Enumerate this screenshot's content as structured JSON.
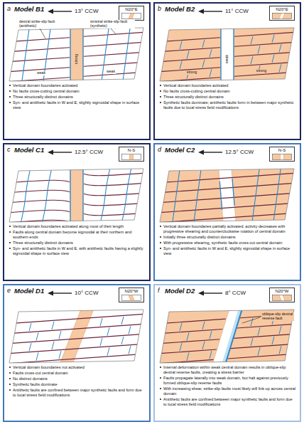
{
  "diagram": {
    "nodes": [
      {
        "text": [
          "a",
          "Model B1",
          "13° CCW",
          "Vertical domain boundaries activated",
          "No faults cross-cutting central domain",
          "Three structurally distinct domains",
          "Syn- and antithetic faults in W and E, slightly sigmoidal shape in surface view"
        ]
      },
      {
        "text": [
          "N20°E"
        ],
        "in": 0
      },
      {
        "text": [
          "b",
          "Model B2",
          "11° CCW",
          "Vertical domain boundaries activated",
          "No faults cross-cutting central domain",
          "Three structurally distinct domains",
          "Synthetic faults dominate; antithetic faults form in between major synthetic faults due to local stress field modifications"
        ]
      },
      {
        "text": [
          "N20°E"
        ],
        "in": 2
      },
      {
        "text": [
          "c",
          "Model C1",
          "12.5° CCW",
          "Vertical domain boundaries activated along most of their length",
          "Faults along central domain become sigmoidal at their northern and southern ends",
          "Three structurally distinct domains",
          "Syn- and antithetic faults in W and E, with antithetic faults having a slightly sigmoidal shape in surface view"
        ]
      },
      {
        "text": [
          "N-S"
        ],
        "in": 4
      },
      {
        "text": [
          "d",
          "Model C2",
          "12.5° CCW",
          "Vertical domain boundaries partially activated; activity decreases with progressive shearing and counterclockwise rotation of central domain",
          "Initially three structurally distinct domains",
          "With progressive shearing, synthetic faults cross-cut central domain",
          "Syn- and antithetic faults in W and E, slightly sigmoidal shape in surface view"
        ]
      },
      {
        "text": [
          "N-S"
        ],
        "in": 6
      },
      {
        "text": [
          "e",
          "Model D1",
          "10° CCW",
          "Vertical domain boundaries not activated",
          "Faults cross-cut central domain",
          "No distinct domains",
          "Synthetic faults dominate",
          "Antithetic faults are confined between major synthetic faults and form due to local stress field modifications"
        ]
      },
      {
        "text": [
          "N20°W"
        ],
        "in": 8
      },
      {
        "text": [
          "f",
          "Model D2",
          "8° CCW",
          "Internal deformation within weak central domain results in oblique-slip dextral reverse faults, creating a stress barrier",
          "Faults propagate laterally into weak domain, but halt against previously formed oblique-slip reverse faults",
          "With increasing shear, strike-slip faults most likely will link up across central domain",
          "Antithetic faults are confined between major synthetic faults and form due to local stress field modifications"
        ]
      },
      {
        "text": [
          "N20°W"
        ],
        "in": 10
      }
    ],
    "labels": [
      "dextral strike-slip fault (antithetic)",
      "sinistral strike-slip fault (synthetic)",
      "strong",
      "weak",
      "weak",
      "weak",
      "strong",
      "strong",
      "oblique-slip dextral reverse fault"
    ]
  }
}
